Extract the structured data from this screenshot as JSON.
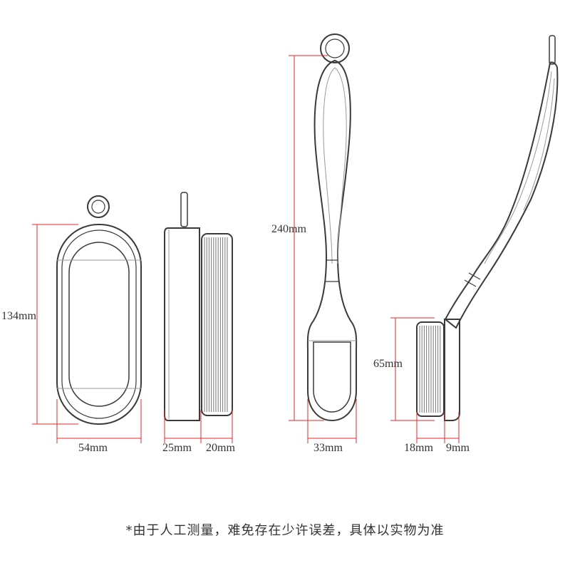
{
  "colors": {
    "outline": "#3a3a3a",
    "light_outline": "#9a9a9a",
    "bristle": "#777777",
    "dimension": "#e8242b",
    "text": "#333333"
  },
  "views": {
    "front": {
      "height_label": "134mm",
      "width_label": "54mm"
    },
    "side": {
      "body_label": "25mm",
      "bristle_label": "20mm"
    },
    "long_front": {
      "height_label": "240mm",
      "width_label": "33mm"
    },
    "long_side": {
      "head_label": "65mm",
      "bristle_label": "18mm",
      "body_label": "9mm"
    }
  },
  "note": "*由于人工测量，难免存在少许误差，具体以实物为准"
}
